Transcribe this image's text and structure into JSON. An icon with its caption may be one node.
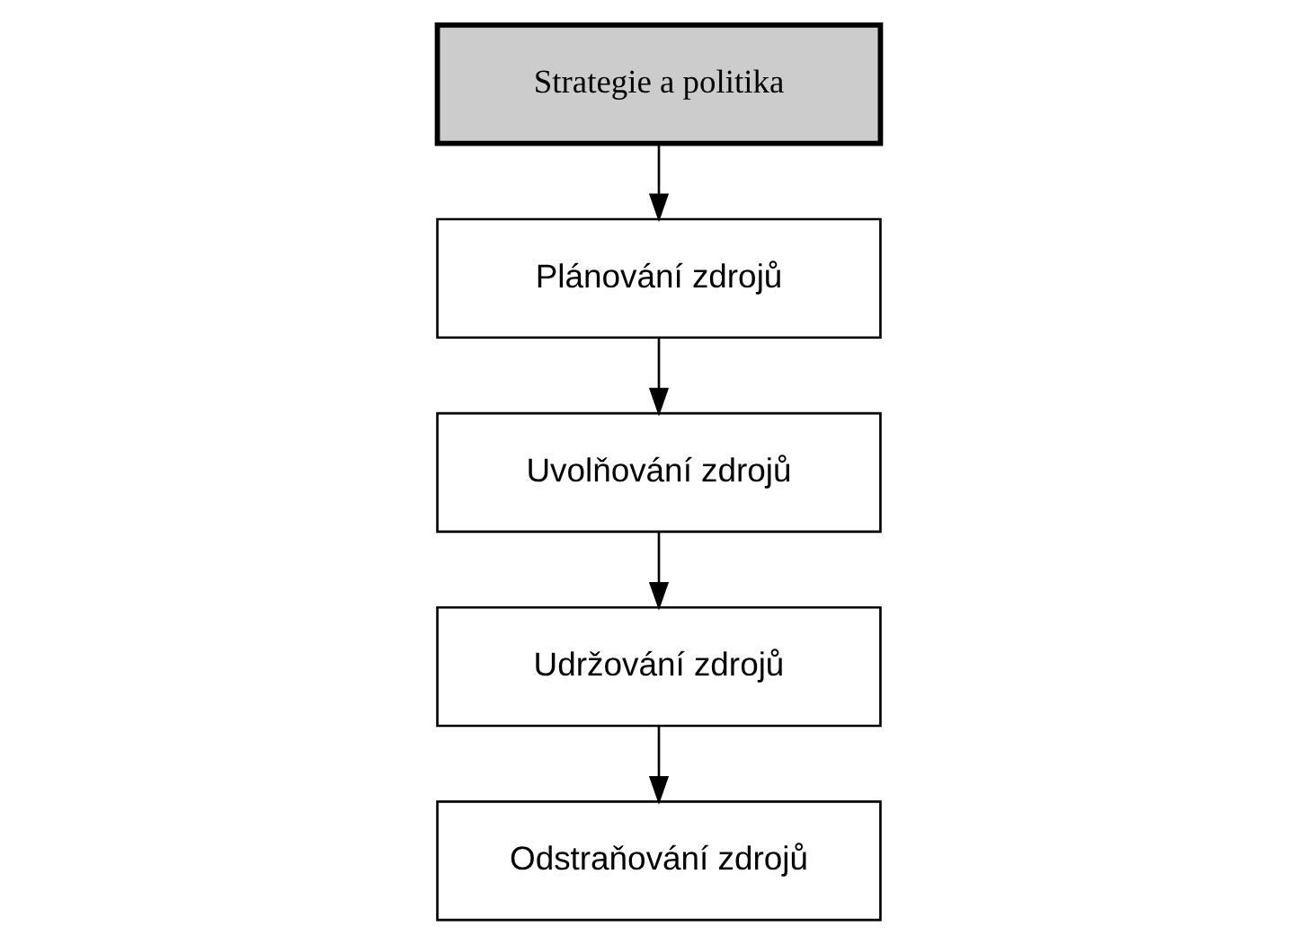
{
  "diagram": {
    "nodes": [
      {
        "text": [
          "Strategie a politika"
        ]
      },
      {
        "text": [
          "Plánování zdrojů"
        ]
      },
      {
        "text": [
          "Uvolňování zdrojů"
        ]
      },
      {
        "text": [
          "Udržování zdrojů"
        ]
      },
      {
        "text": [
          "Odstraňování zdrojů"
        ]
      }
    ],
    "edges": [
      {
        "from": 0,
        "to": 1,
        "arrow": "to"
      },
      {
        "from": 1,
        "to": 2,
        "arrow": "to"
      },
      {
        "from": 2,
        "to": 3,
        "arrow": "to"
      },
      {
        "from": 3,
        "to": 4,
        "arrow": "to"
      }
    ]
  }
}
